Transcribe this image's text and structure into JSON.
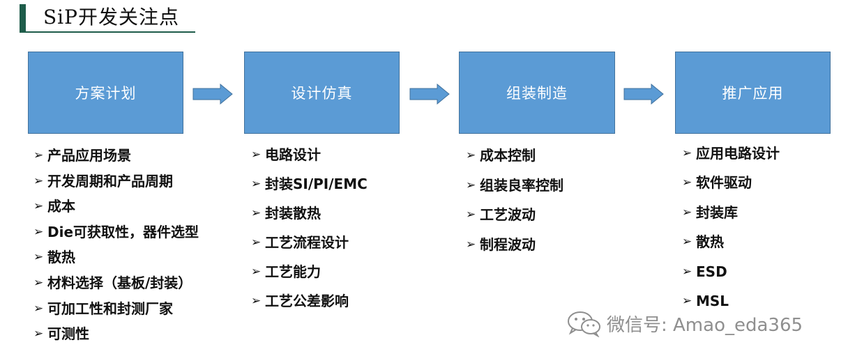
{
  "title": "SiP开发关注点",
  "colors": {
    "accent_dark_green": "#1e5c4a",
    "box_fill": "#5b9bd5",
    "box_border": "#41719c",
    "arrow_fill": "#5b9bd5",
    "watermark": "#8f8f8f"
  },
  "stages": [
    {
      "label": "方案计划",
      "items": [
        "产品应用场景",
        "开发周期和产品周期",
        "成本",
        "Die可获取性，器件选型",
        "散热",
        "材料选择（基板/封装）",
        "可加工性和封测厂家",
        "可测性"
      ]
    },
    {
      "label": "设计仿真",
      "items": [
        "电路设计",
        "封装SI/PI/EMC",
        "封装散热",
        "工艺流程设计",
        "工艺能力",
        "工艺公差影响"
      ]
    },
    {
      "label": "组装制造",
      "items": [
        "成本控制",
        "组装良率控制",
        "工艺波动",
        "制程波动"
      ]
    },
    {
      "label": "推广应用",
      "items": [
        "应用电路设计",
        "软件驱动",
        "封装库",
        "散热",
        "ESD",
        "MSL"
      ]
    }
  ],
  "bullet_glyph": "➢",
  "watermark": {
    "icon": "wechat-icon",
    "text": "微信号: Amao_eda365"
  }
}
